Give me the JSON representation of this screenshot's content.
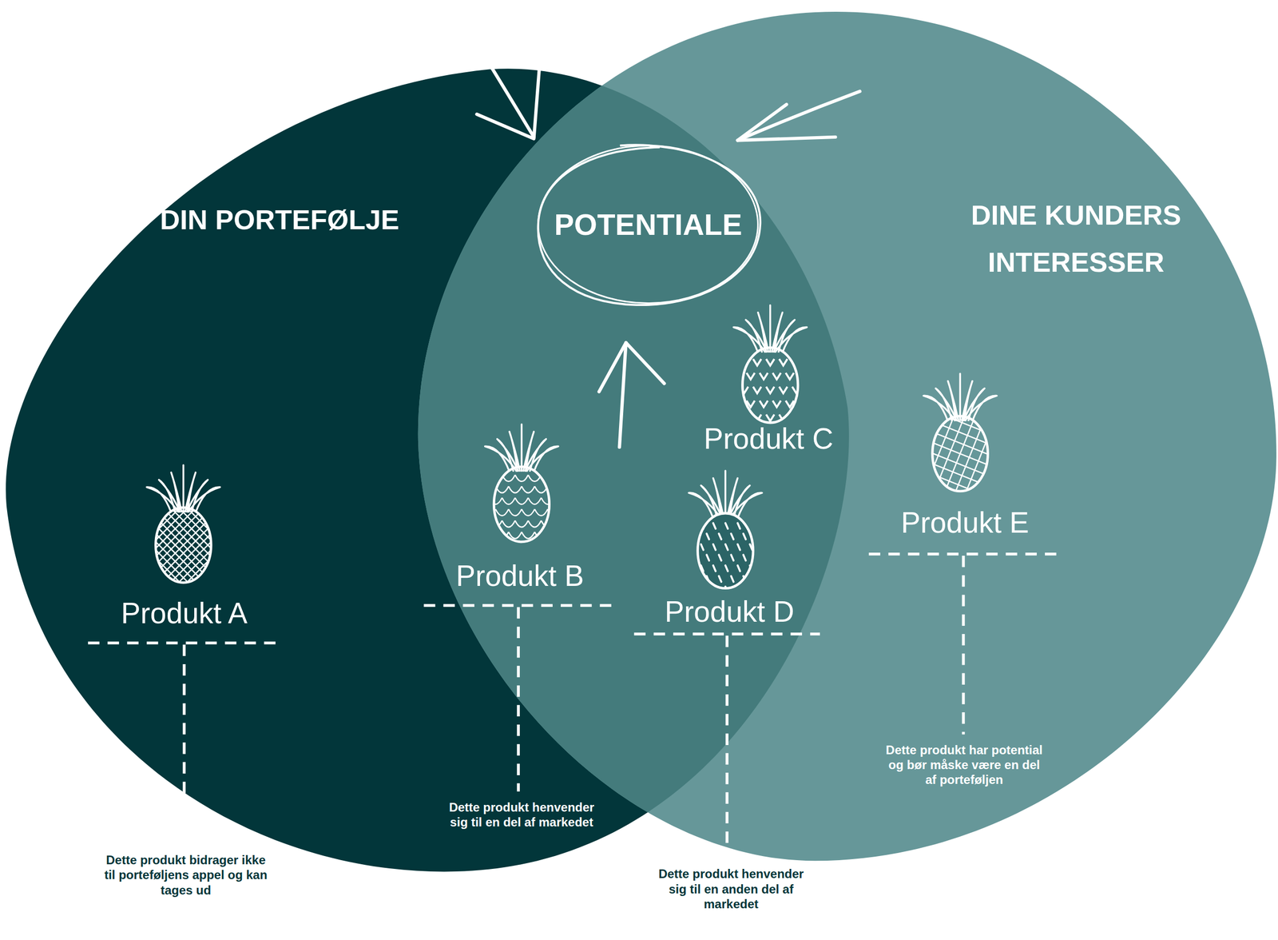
{
  "diagram": {
    "nodes": [
      {
        "text": [
          "DIN PORTEFØLJE"
        ]
      },
      {
        "text": [
          "DINE KUNDERS INTERESSER"
        ]
      },
      {
        "text": [
          "POTENTIALE"
        ],
        "in": 0
      }
    ],
    "labels": [
      "Produkt A",
      "Dette produkt bidrager ikke til porteføljens appel og kan tages ud",
      "Produkt B",
      "Dette produkt henvender sig til en del af markedet",
      "Produkt C",
      "Produkt D",
      "Dette produkt henvender sig til en anden del af markedet",
      "Produkt E",
      "Dette produkt har potential og bør måske være en del af porteføljen"
    ]
  }
}
